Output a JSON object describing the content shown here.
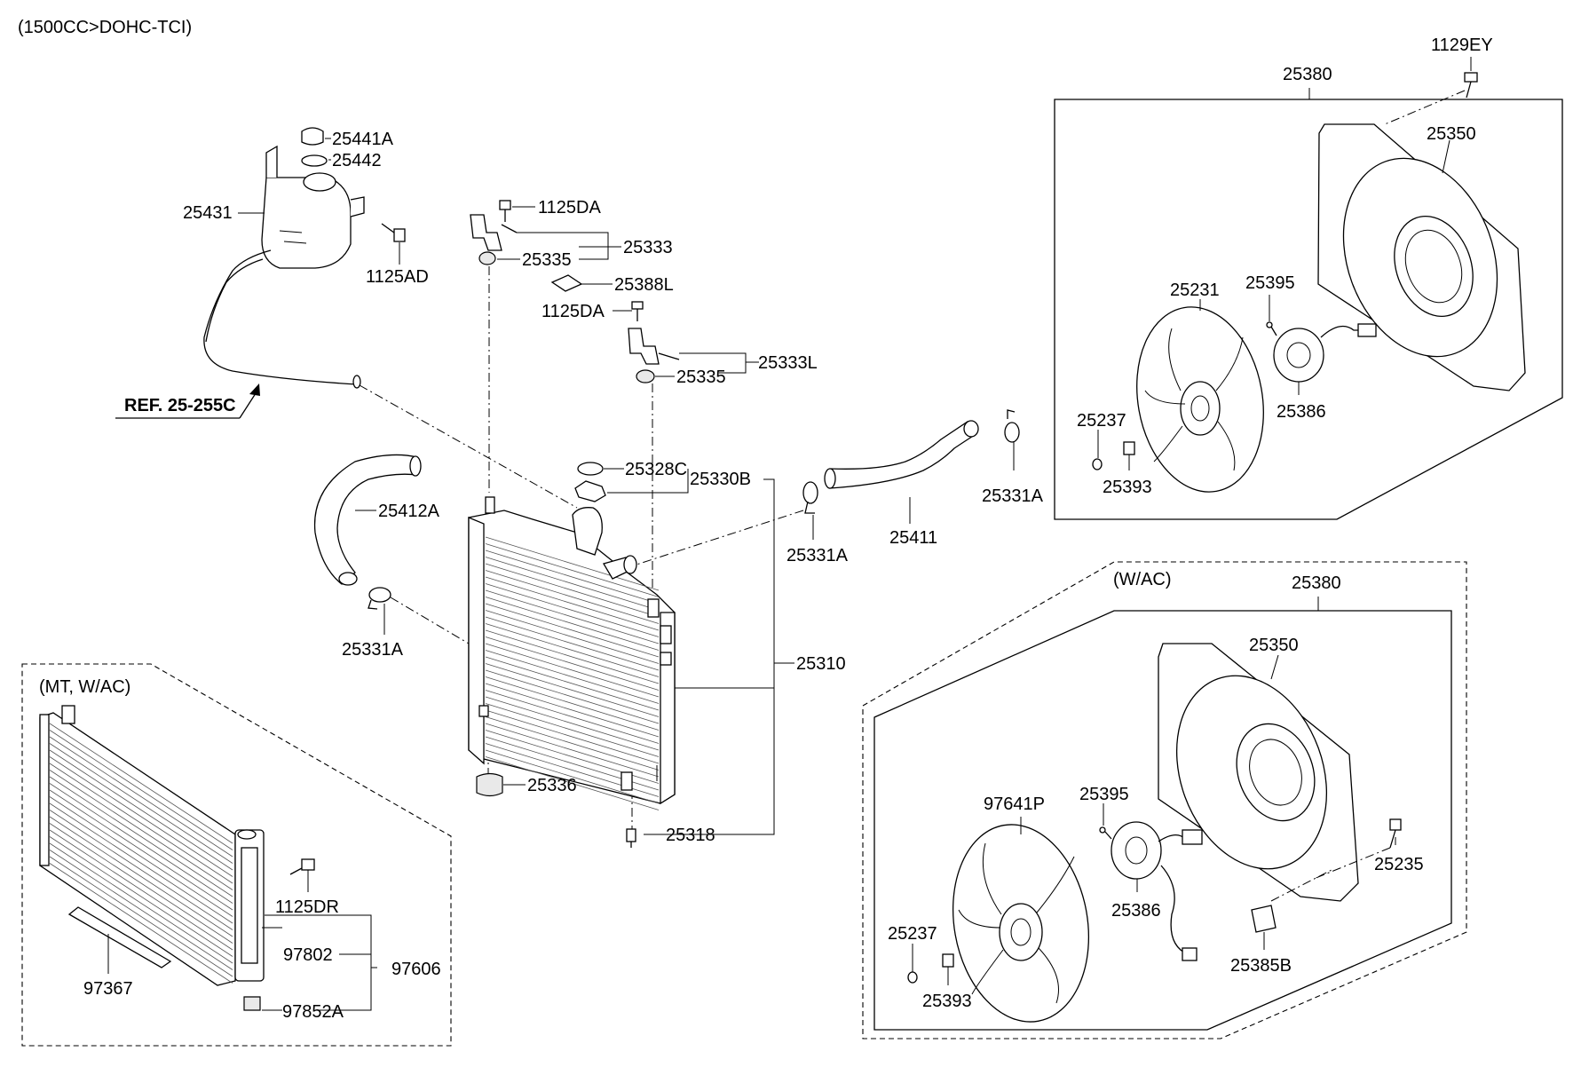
{
  "header": {
    "engine": "(1500CC>DOHC-TCI)"
  },
  "ref_label": "REF. 25-255C",
  "groups": {
    "mt_wac": "(MT, W/AC)",
    "wac": "(W/AC)"
  },
  "labels": {
    "p25441A": "25441A",
    "p25442": "25442",
    "p25431": "25431",
    "p1125AD": "1125AD",
    "p1125DA_a": "1125DA",
    "p25333": "25333",
    "p25335_a": "25335",
    "p25388L": "25388L",
    "p1125DA_b": "1125DA",
    "p25333L": "25333L",
    "p25335_b": "25335",
    "p25412A": "25412A",
    "p25331A_a": "25331A",
    "p25328C": "25328C",
    "p25330B": "25330B",
    "p25331A_b": "25331A",
    "p25411": "25411",
    "p25331A_c": "25331A",
    "p25310": "25310",
    "p25336": "25336",
    "p25318": "25318",
    "p1129EY": "1129EY",
    "p25380_a": "25380",
    "p25350_a": "25350",
    "p25395_a": "25395",
    "p25231": "25231",
    "p25386_a": "25386",
    "p25237_a": "25237",
    "p25393_a": "25393",
    "p25380_b": "25380",
    "p25350_b": "25350",
    "p97641P": "97641P",
    "p25395_b": "25395",
    "p25235": "25235",
    "p25386_b": "25386",
    "p25237_b": "25237",
    "p25393_b": "25393",
    "p25385B": "25385B",
    "p1125DR": "1125DR",
    "p97802": "97802",
    "p97606": "97606",
    "p97367": "97367",
    "p97852A": "97852A"
  }
}
